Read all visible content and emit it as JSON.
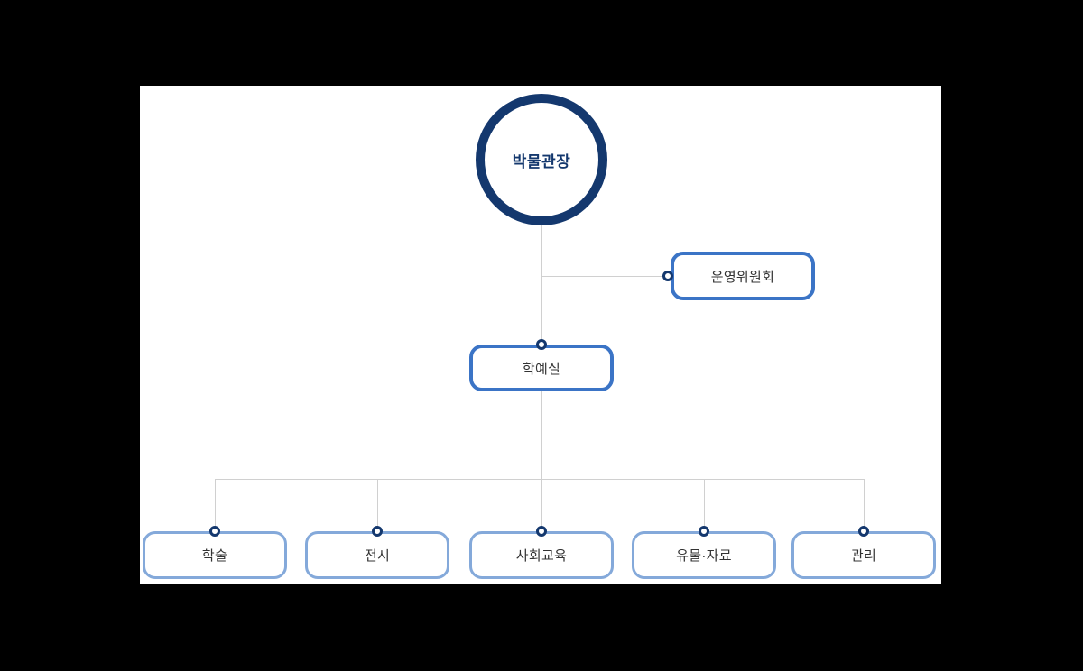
{
  "org_chart": {
    "root": {
      "label": "박물관장"
    },
    "committee": {
      "label": "운영위원회"
    },
    "office": {
      "label": "학예실"
    },
    "departments": [
      {
        "label": "학술"
      },
      {
        "label": "전시"
      },
      {
        "label": "사회교육"
      },
      {
        "label": "유물·자료"
      },
      {
        "label": "관리"
      }
    ]
  },
  "colors": {
    "page_background": "#000000",
    "canvas_background": "#ffffff",
    "root_border": "#14386e",
    "mid_node_border": "#3b74c6",
    "dept_node_border": "#84a9da",
    "connector_line": "#d0d0d0",
    "dot_ring": "#14386e",
    "root_text": "#14386e",
    "node_text": "#333333"
  }
}
